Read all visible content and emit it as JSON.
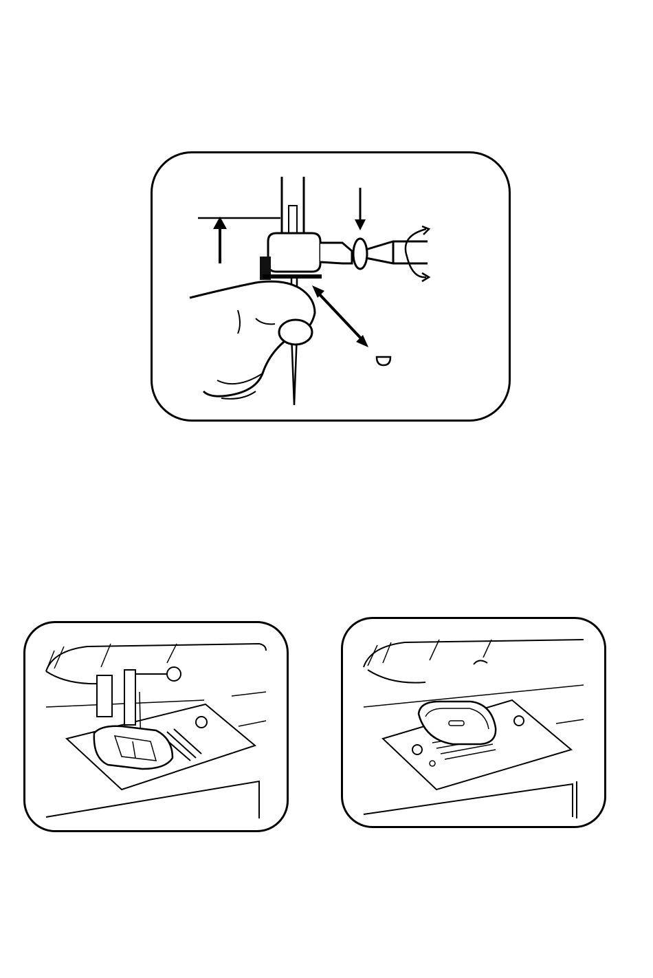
{
  "page": {
    "background": "#ffffff",
    "ink": "#000000"
  },
  "figures": [
    {
      "id": "needle-installation",
      "icon": "needle-clamp-screwdriver-illustration"
    },
    {
      "id": "presser-foot-attached",
      "icon": "presser-foot-illustration"
    },
    {
      "id": "needle-plate-cover",
      "icon": "needle-plate-cover-illustration"
    }
  ]
}
